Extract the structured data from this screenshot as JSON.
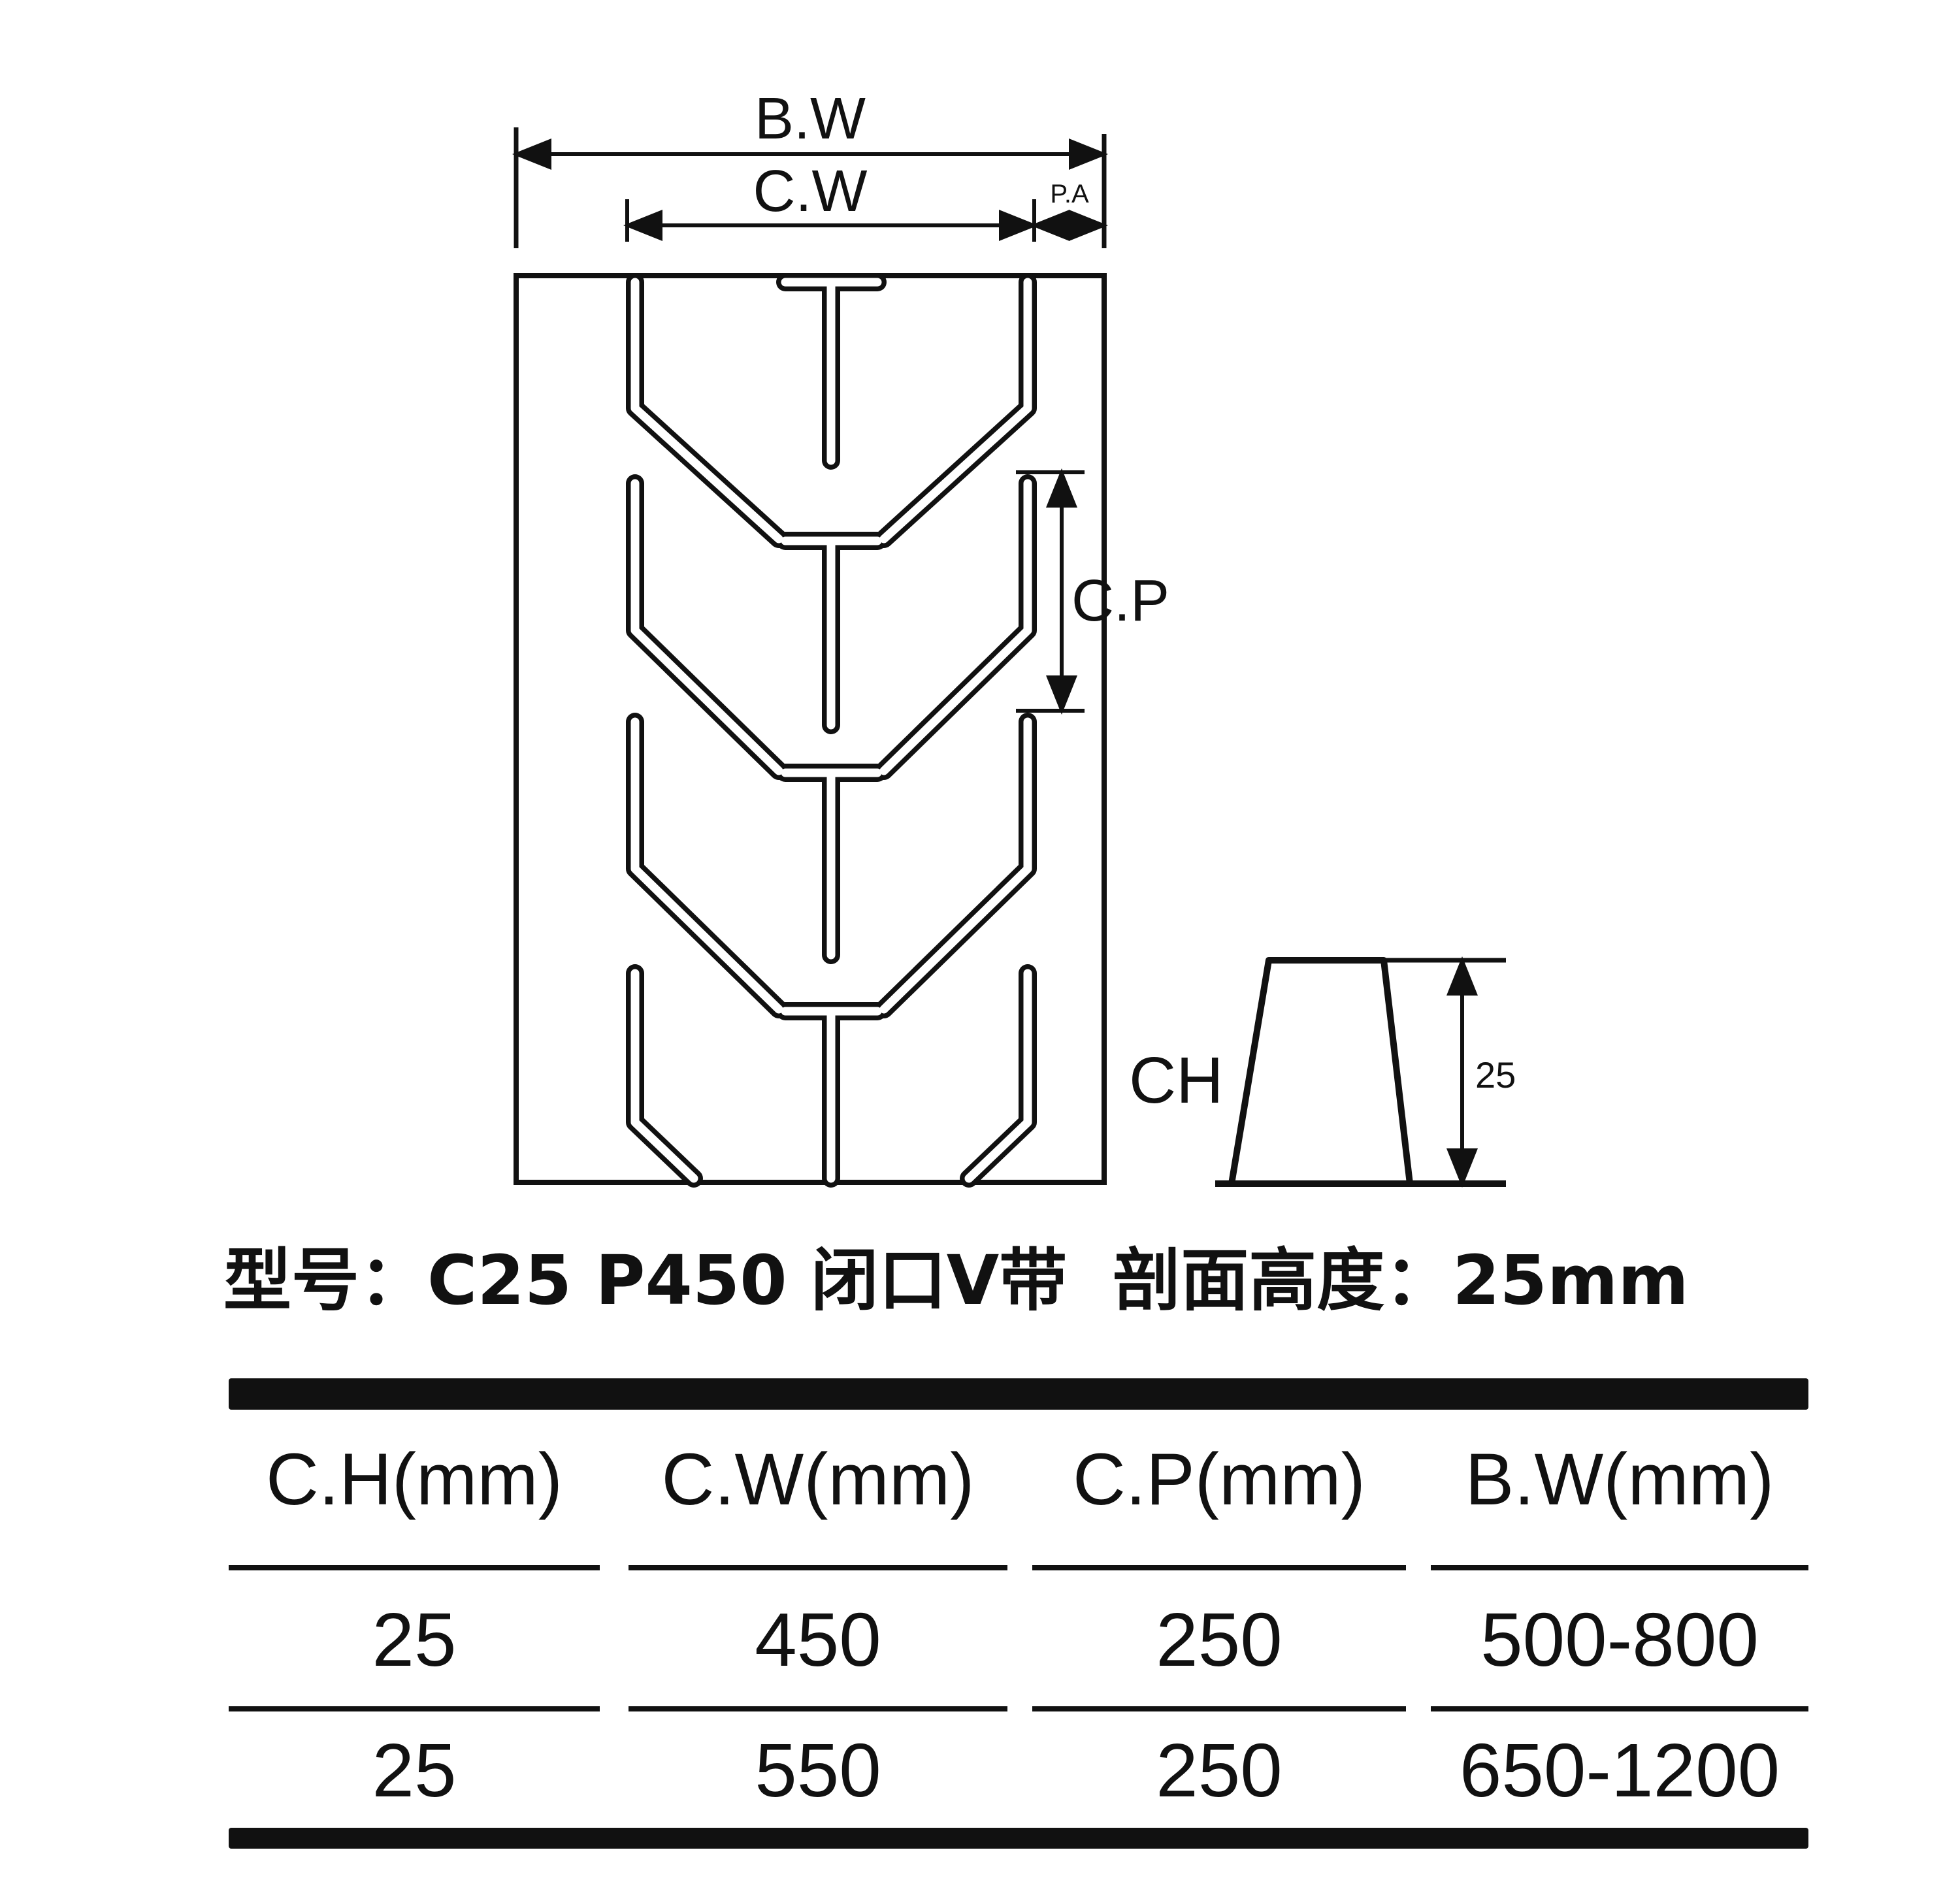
{
  "diagram": {
    "labels": {
      "bw": "B.W",
      "cw": "C.W",
      "pa": "P.A",
      "cp": "C.P",
      "ch": "CH",
      "height": "25"
    },
    "line_color": "#111111"
  },
  "caption": {
    "model": "型号：C25 P450 闭口V带",
    "section": "剖面高度：25mm"
  },
  "spec_table": {
    "headers": [
      "C.H(mm)",
      "C.W(mm)",
      "C.P(mm)",
      "B.W(mm)"
    ],
    "rows": [
      [
        "25",
        "450",
        "250",
        "500-800"
      ],
      [
        "25",
        "550",
        "250",
        "650-1200"
      ]
    ]
  }
}
